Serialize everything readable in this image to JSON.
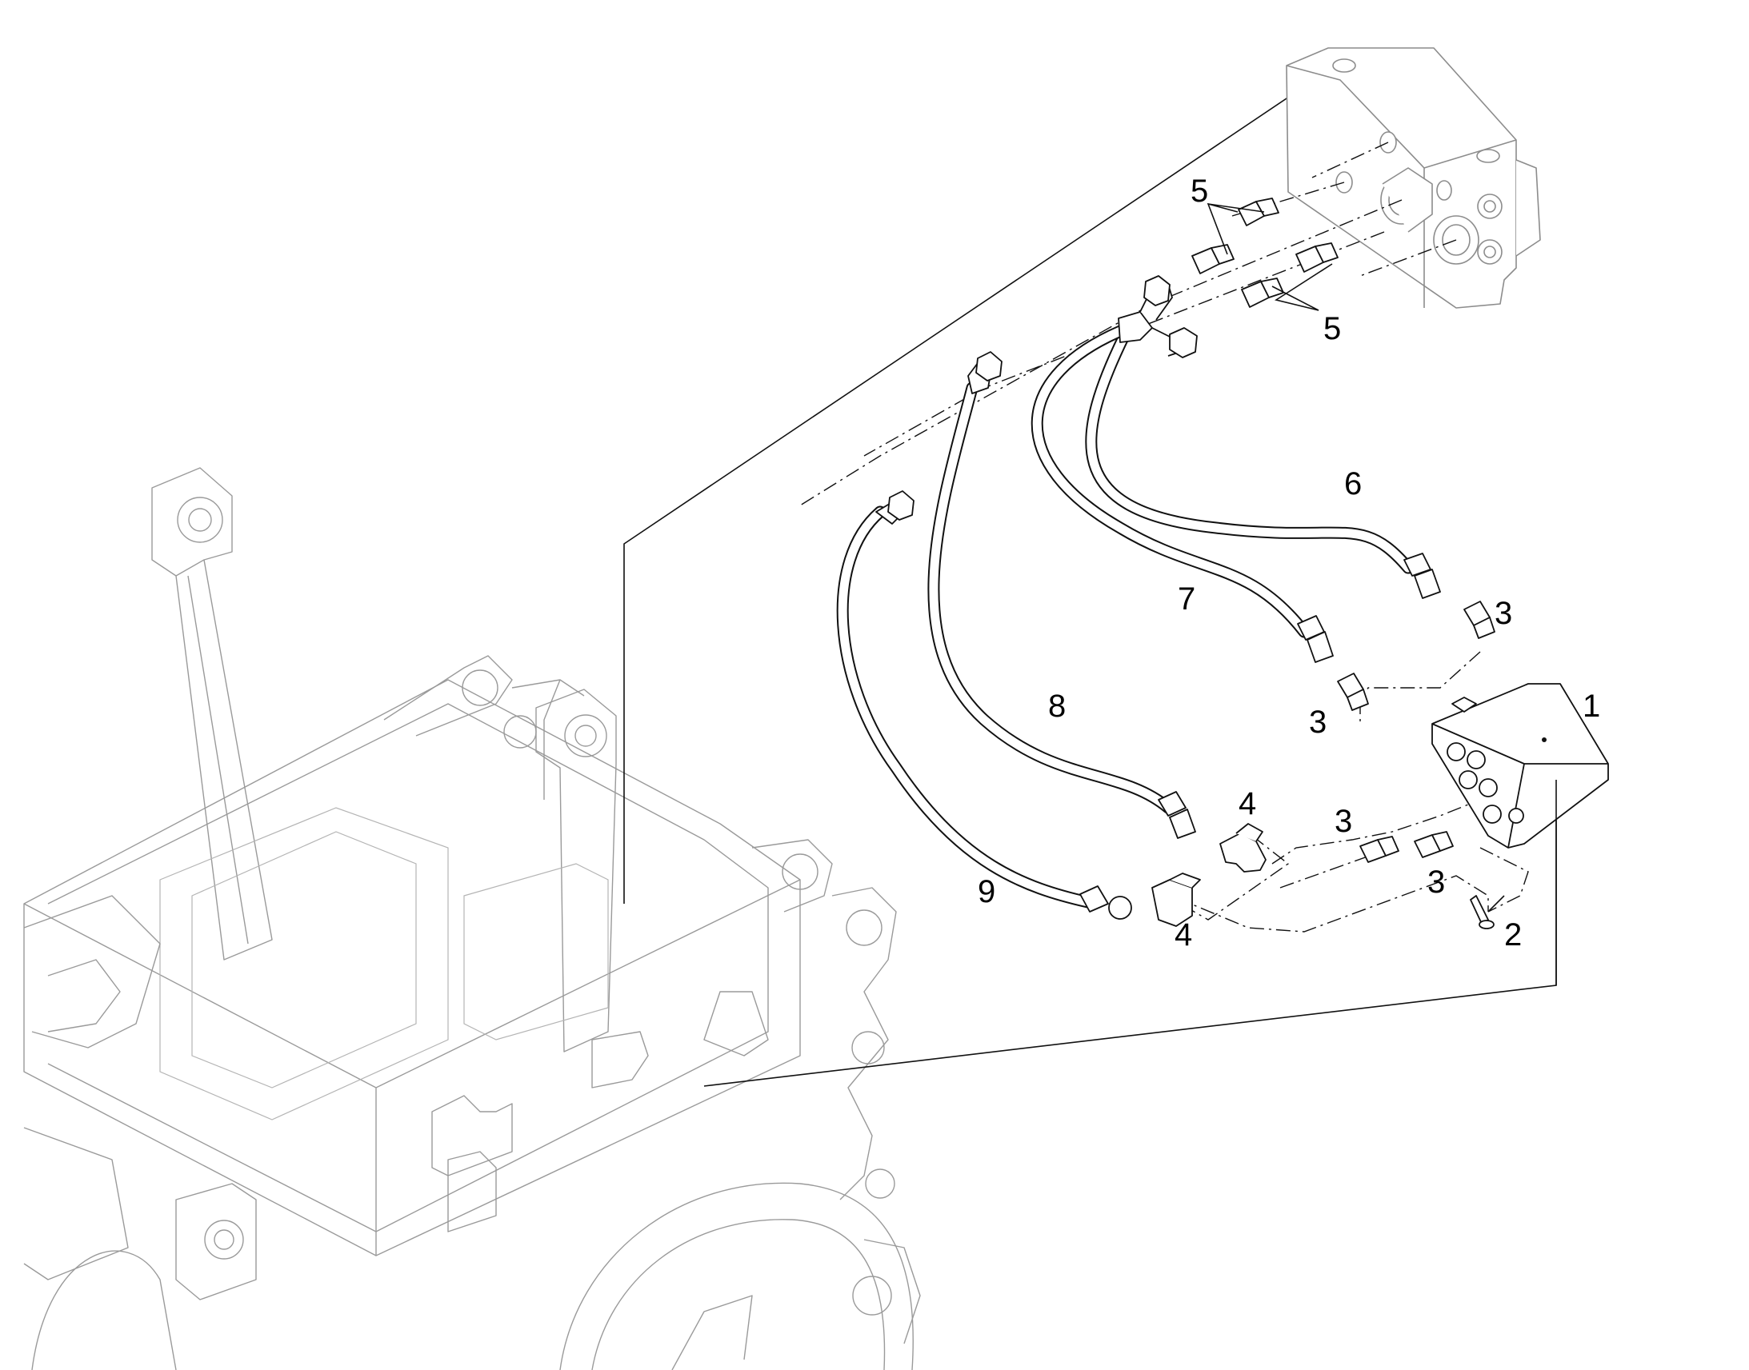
{
  "callouts": {
    "c1": "1",
    "c2": "2",
    "c3a": "3",
    "c3b": "3",
    "c3c": "3",
    "c3d": "3",
    "c4a": "4",
    "c4b": "4",
    "c5a": "5",
    "c5b": "5",
    "c6": "6",
    "c7": "7",
    "c8": "8",
    "c9": "9"
  },
  "colors": {
    "line": "#111111",
    "frame_line": "#9a9a9a",
    "background": "#ffffff"
  }
}
